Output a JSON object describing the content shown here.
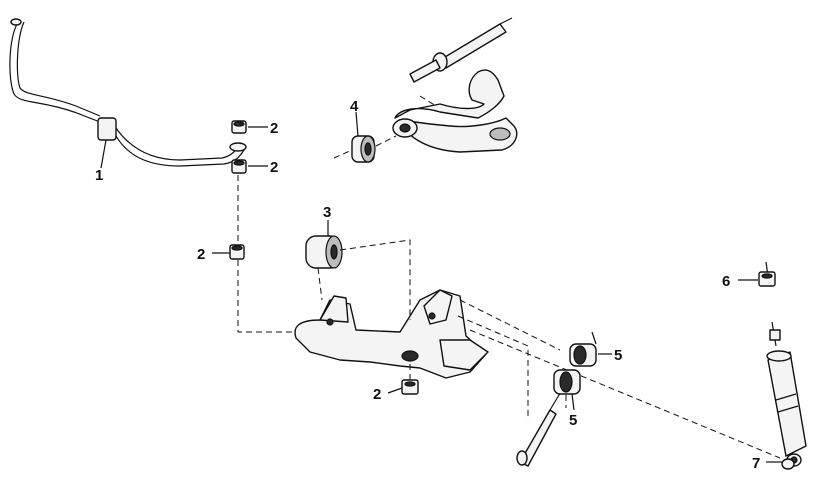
{
  "callouts": [
    {
      "id": "stabilizer-bar",
      "label": "1"
    },
    {
      "id": "nut-upper-1",
      "label": "2"
    },
    {
      "id": "nut-upper-2",
      "label": "2"
    },
    {
      "id": "nut-lower-left",
      "label": "2"
    },
    {
      "id": "nut-bottom",
      "label": "2"
    },
    {
      "id": "bushing-lower",
      "label": "3"
    },
    {
      "id": "bushing-upper",
      "label": "4"
    },
    {
      "id": "mount-upper",
      "label": "5"
    },
    {
      "id": "mount-lower",
      "label": "5"
    },
    {
      "id": "nut-shock-top",
      "label": "6"
    },
    {
      "id": "nut-shock-bottom",
      "label": "7"
    }
  ]
}
